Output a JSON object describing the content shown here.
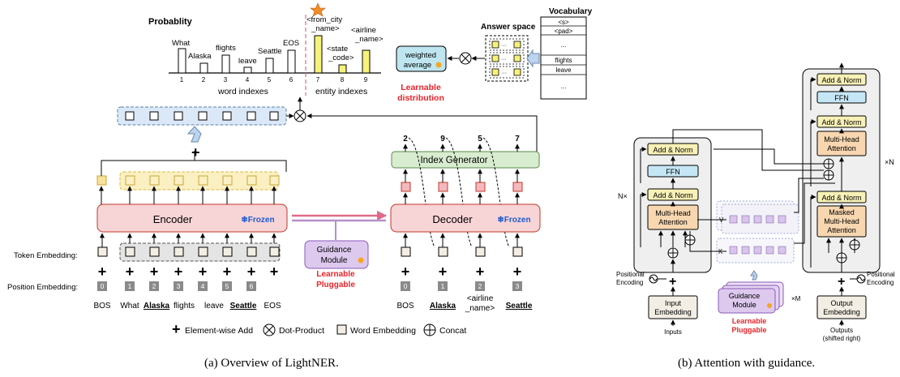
{
  "left": {
    "prob_title": "Probablity",
    "vocab_title": "Vocabulary",
    "answer_space": "Answer space",
    "vocab_items": [
      "<s>",
      "<pad>",
      "...",
      "flights",
      "leave",
      "..."
    ],
    "word_bars": [
      {
        "label": "What",
        "idx": "1"
      },
      {
        "label": "Alaska",
        "idx": "2"
      },
      {
        "label": "flights",
        "idx": "3"
      },
      {
        "label": "leave",
        "idx": "4"
      },
      {
        "label": "Seattle",
        "idx": "5"
      },
      {
        "label": "EOS",
        "idx": "6"
      }
    ],
    "entity_bars": [
      {
        "label_l1": "<from_city",
        "label_l2": "_name>",
        "idx": "7"
      },
      {
        "label_l1": "<state",
        "label_l2": "_code>",
        "idx": "8"
      },
      {
        "label_l1": "<airline",
        "label_l2": "_name>",
        "idx": "9"
      }
    ],
    "word_indexes": "word indexes",
    "entity_indexes": "entity indexes",
    "weighted_l1": "weighted",
    "weighted_l2": "average",
    "learnable_l1": "Learnable",
    "learnable_l2": "distribution",
    "index_generator": "Index Generator",
    "gen_outputs": [
      "2",
      "9",
      "5",
      "7"
    ],
    "encoder": "Encoder",
    "decoder": "Decoder",
    "frozen": "❄Frozen",
    "guidance_l1": "Guidance",
    "guidance_l2": "Module",
    "learnable_pluggable_l1": "Learnable",
    "learnable_pluggable_l2": "Pluggable",
    "token_embedding": "Token Embedding:",
    "position_embedding": "Position Embedding:",
    "enc_positions": [
      "0",
      "1",
      "2",
      "3",
      "4",
      "5",
      "6"
    ],
    "enc_words": [
      "BOS",
      "What",
      "Alaska",
      "flights",
      "leave",
      "Seattle",
      "EOS"
    ],
    "dec_positions": [
      "0",
      "1",
      "2",
      "3"
    ],
    "dec_words": [
      "BOS",
      "Alaska",
      "<airline",
      "_name>",
      "Seattle"
    ],
    "legend": [
      "Element-wise Add",
      "Dot-Product",
      "Word Embedding",
      "Concat"
    ],
    "caption": "(a)  Overview of LightNER."
  },
  "right": {
    "add_norm": "Add & Norm",
    "ffn": "FFN",
    "mha_l1": "Multi-Head",
    "mha_l2": "Attention",
    "masked_l1": "Masked",
    "masked_l2": "Multi-Head",
    "masked_l3": "Attention",
    "nx": "N×",
    "xn": "×N",
    "xm": "×M",
    "v": "V",
    "k": "K",
    "pos_enc_l1": "Positional",
    "pos_enc_l2": "Encoding",
    "pos_enc_r1": "Positional",
    "pos_enc_r2": "Encoding",
    "input_emb_l1": "Input",
    "input_emb_l2": "Embedding",
    "output_emb_l1": "Output",
    "output_emb_l2": "Embedding",
    "inputs": "Inputs",
    "outputs_l1": "Outputs",
    "outputs_l2": "(shifted right)",
    "guidance_l1": "Guidance",
    "guidance_l2": "Module",
    "learnable": "Learnable",
    "pluggable": "Pluggable",
    "caption": "(b)  Attention with guidance."
  }
}
